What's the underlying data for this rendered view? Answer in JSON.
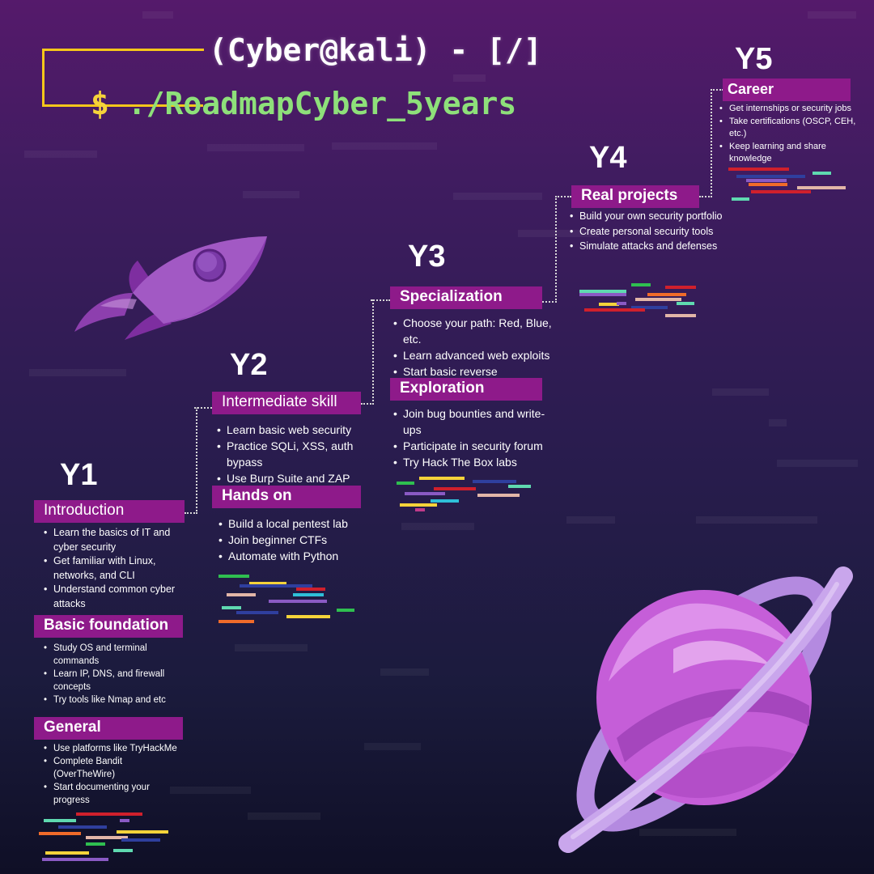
{
  "header": {
    "title": "(Cyber@kali) - [/]",
    "prompt_symbol": "$",
    "command": "./RoadmapCyber_5years"
  },
  "years": {
    "y1": {
      "label": "Y1",
      "sections": [
        {
          "title": "Introduction",
          "items": [
            "Learn the basics of IT and cyber security",
            "Get familiar with Linux, networks, and CLI",
            "Understand common cyber attacks"
          ]
        },
        {
          "title": "Basic foundation",
          "items": [
            "Study OS and terminal commands",
            "Learn IP, DNS, and firewall concepts",
            "Try tools like Nmap and etc"
          ]
        },
        {
          "title": "General",
          "items": [
            "Use platforms like TryHackMe",
            "Complete Bandit (OverTheWire)",
            "Start documenting your progress"
          ]
        }
      ]
    },
    "y2": {
      "label": "Y2",
      "sections": [
        {
          "title": "Intermediate skill",
          "items": [
            "Learn basic web security",
            "Practice SQLi, XSS, auth bypass",
            "Use Burp Suite and ZAP"
          ]
        },
        {
          "title": "Hands on",
          "items": [
            "Build a local pentest lab",
            "Join beginner CTFs",
            "Automate with Python"
          ]
        }
      ]
    },
    "y3": {
      "label": "Y3",
      "sections": [
        {
          "title": "Specialization",
          "items": [
            "Choose your path: Red, Blue, etc.",
            "Learn advanced web exploits",
            "Start basic reverse engineering"
          ]
        },
        {
          "title": "Exploration",
          "items": [
            "Join bug bounties and write-ups",
            "Participate in security forum",
            "Try Hack The Box labs"
          ]
        }
      ]
    },
    "y4": {
      "label": "Y4",
      "sections": [
        {
          "title": "Real projects",
          "items": [
            "Build your own security portfolio",
            "Create personal security tools",
            "Simulate attacks and defenses"
          ]
        }
      ]
    },
    "y5": {
      "label": "Y5",
      "sections": [
        {
          "title": "Career",
          "items": [
            "Get internships or security jobs",
            "Take certifications (OSCP, CEH, etc.)",
            "Keep learning and share knowledge"
          ]
        }
      ]
    }
  },
  "illustrations": {
    "rocket": "rocket-icon",
    "planet": "planet-icon"
  },
  "colors": {
    "section_header": "#8e1a8a",
    "bracket": "#f5c71a",
    "command": "#8ee07a",
    "prompt": "#f5d33a"
  }
}
